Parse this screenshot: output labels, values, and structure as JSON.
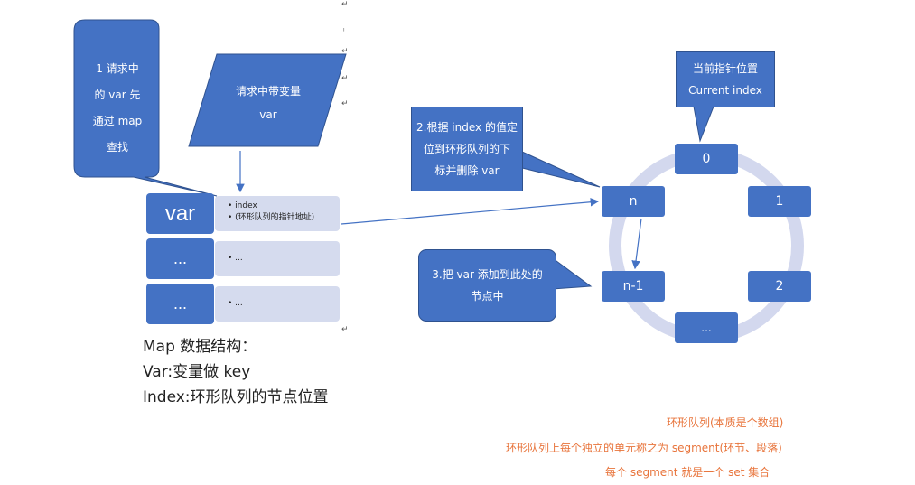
{
  "callout1": {
    "lines": [
      "1 请求中",
      "的 var 先",
      "通过 map",
      "查找"
    ]
  },
  "parallelogram": {
    "lines": [
      "请求中带变量",
      "var"
    ]
  },
  "callout2": {
    "lines": [
      "2.根据 index 的值定",
      "位到环形队列的下",
      "标并删除 var"
    ]
  },
  "callout3": {
    "lines": [
      "3.把 var 添加到此处的",
      "节点中"
    ]
  },
  "current_index": {
    "lines": [
      "当前指针位置",
      "Current index"
    ]
  },
  "map": {
    "rows": [
      {
        "key": "var",
        "items": [
          "index",
          "(环形队列的指针地址)"
        ]
      },
      {
        "key": "...",
        "items": [
          "..."
        ]
      },
      {
        "key": "...",
        "items": [
          "..."
        ]
      }
    ]
  },
  "ring": {
    "nodes": [
      {
        "label": "0"
      },
      {
        "label": "1"
      },
      {
        "label": "2"
      },
      {
        "label": "..."
      },
      {
        "label": "n-1"
      },
      {
        "label": "n"
      }
    ],
    "ring_color": "#d3d8ee"
  },
  "captions": [
    "Map 数据结构：",
    "Var:变量做 key",
    "Index:环形队列的节点位置"
  ],
  "notes": [
    "环形队列(本质是个数组)",
    "环形队列上每个独立的单元称之为 segment(环节、段落)",
    "每个 segment 就是一个 set 集合"
  ],
  "colors": {
    "node": "#4472c4",
    "map_value": "#d5dbee",
    "note": "#e8743b",
    "arrow": "#4472c4"
  }
}
